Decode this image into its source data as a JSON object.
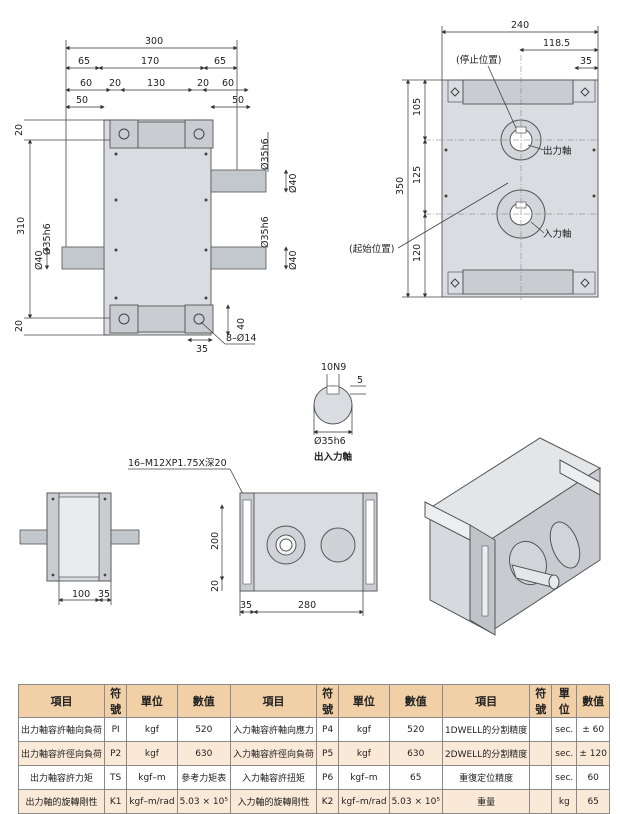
{
  "front_view": {
    "dims": {
      "overall_width": "300",
      "mid_width": "170",
      "side_left": "65",
      "side_right": "65",
      "sub_60_left": "60",
      "sub_20_left": "20",
      "sub_130": "130",
      "sub_20_right": "20",
      "sub_60_right": "60",
      "sub_50_left": "50",
      "sub_50_right": "50",
      "height_310": "310",
      "top_20": "20",
      "bottom_20": "20",
      "shaft_35h6_right_top": "Ø35h6",
      "shaft_40_right_top": "Ø40",
      "shaft_35h6_right_bottom": "Ø35h6",
      "shaft_40_right_bottom": "Ø40",
      "shaft_35h6_left": "Ø35h6",
      "shaft_40_left": "Ø40",
      "hole_40": "40",
      "hole_35": "35",
      "holes": "8–Ø14"
    }
  },
  "side_view": {
    "dims": {
      "width_240": "240",
      "width_118_5": "118.5",
      "width_35": "35",
      "h_350": "350",
      "h_105": "105",
      "h_125": "125",
      "h_120": "120"
    },
    "labels": {
      "stop_position": "(停止位置)",
      "output_shaft": "出力軸",
      "start_position": "(起始位置)",
      "input_shaft": "入力軸"
    }
  },
  "shaft_detail": {
    "keyway": "10N9",
    "depth": "5",
    "diameter": "Ø35h6",
    "caption": "出入力軸"
  },
  "bottom_views": {
    "tap_note": "16–M12XP1.75X深20",
    "dims": {
      "d100": "100",
      "d35": "35",
      "d200": "200",
      "d20": "20",
      "d35b": "35",
      "d280": "280"
    }
  },
  "spec_table": {
    "headers": [
      "項目",
      "符號",
      "單位",
      "數值",
      "項目",
      "符號",
      "單位",
      "數值",
      "項目",
      "符號",
      "單位",
      "數值"
    ],
    "rows": [
      [
        "出力軸容許軸向負荷",
        "PI",
        "kgf",
        "520",
        "入力軸容許軸向應力",
        "P4",
        "kgf",
        "520",
        "1DWELL的分割精度",
        "",
        "sec.",
        "± 60"
      ],
      [
        "出力軸容許徑向負荷",
        "P2",
        "kgf",
        "630",
        "入力軸容許徑向負荷",
        "P5",
        "kgf",
        "630",
        "2DWELL的分割精度",
        "",
        "sec.",
        "± 120"
      ],
      [
        "出力軸容許力矩",
        "TS",
        "kgf–m",
        "參考力矩表",
        "入力軸容許扭矩",
        "P6",
        "kgf–m",
        "65",
        "重復定位精度",
        "",
        "sec.",
        "60"
      ],
      [
        "出力軸的旋轉剛性",
        "K1",
        "kgf–m/rad",
        "5.03 × 10⁵",
        "入力軸的旋轉剛性",
        "K2",
        "kgf–m/rad",
        "5.03 × 10⁵",
        "重量",
        "",
        "kg",
        "65"
      ]
    ]
  }
}
